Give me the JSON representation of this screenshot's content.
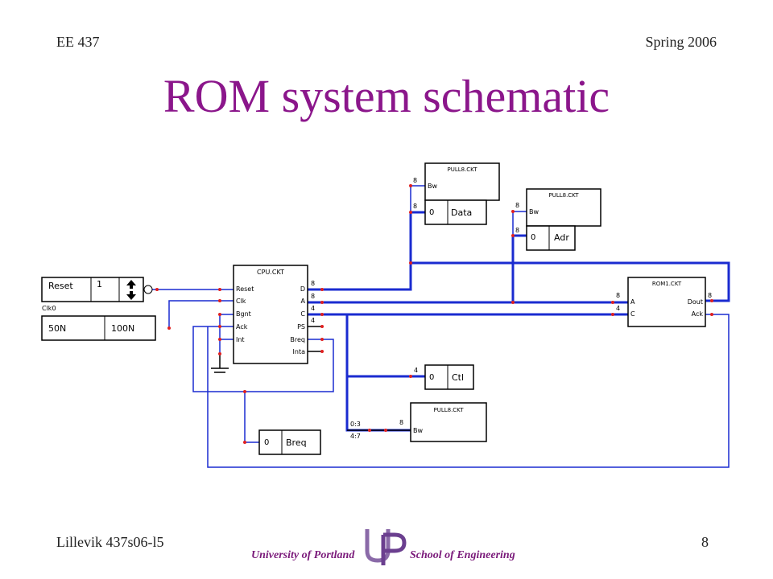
{
  "header": {
    "course": "EE 437",
    "term": "Spring 2006"
  },
  "title": "ROM system schematic",
  "footer": {
    "author": "Lillevik   437s06-l5",
    "page": "8",
    "university": "University of Portland",
    "school": "School of Engineering"
  },
  "schematic": {
    "reset_label": "Reset",
    "reset_value": "1",
    "clk_label": "Clk0",
    "clk_low": "50N",
    "clk_high": "100N",
    "cpu": {
      "title": "CPU.CKT",
      "inputs": [
        "Reset",
        "Clk",
        "Bgnt",
        "Ack",
        "Int"
      ],
      "outputs": [
        "D",
        "A",
        "C",
        "PS",
        "Breq",
        "Inta"
      ]
    },
    "bus_widths": {
      "d": "8",
      "a": "8",
      "c": "4",
      "ps": "4",
      "ctl": "4",
      "sub": "8"
    },
    "pull_data": {
      "title": "PULL8.CKT",
      "pin": "Bw",
      "width_top": "8",
      "width_bottom": "8",
      "out_value": "0",
      "out_label": "Data"
    },
    "pull_adr": {
      "title": "PULL8.CKT",
      "pin": "Bw",
      "width_top": "8",
      "width_bottom": "8",
      "out_value": "0",
      "out_label": "Adr"
    },
    "rom": {
      "title": "ROM1.CKT",
      "inputs": [
        "A",
        "C"
      ],
      "outputs": [
        "Dout",
        "Ack"
      ],
      "width_a": "8",
      "width_c": "4",
      "width_dout": "8"
    },
    "ctl": {
      "value": "0",
      "label": "Ctl"
    },
    "pull_bot": {
      "title": "PULL8.CKT",
      "pin": "Bw"
    },
    "splitter": {
      "top": "0:3",
      "bottom": "4:7"
    },
    "breq": {
      "value": "0",
      "label": "Breq"
    }
  }
}
